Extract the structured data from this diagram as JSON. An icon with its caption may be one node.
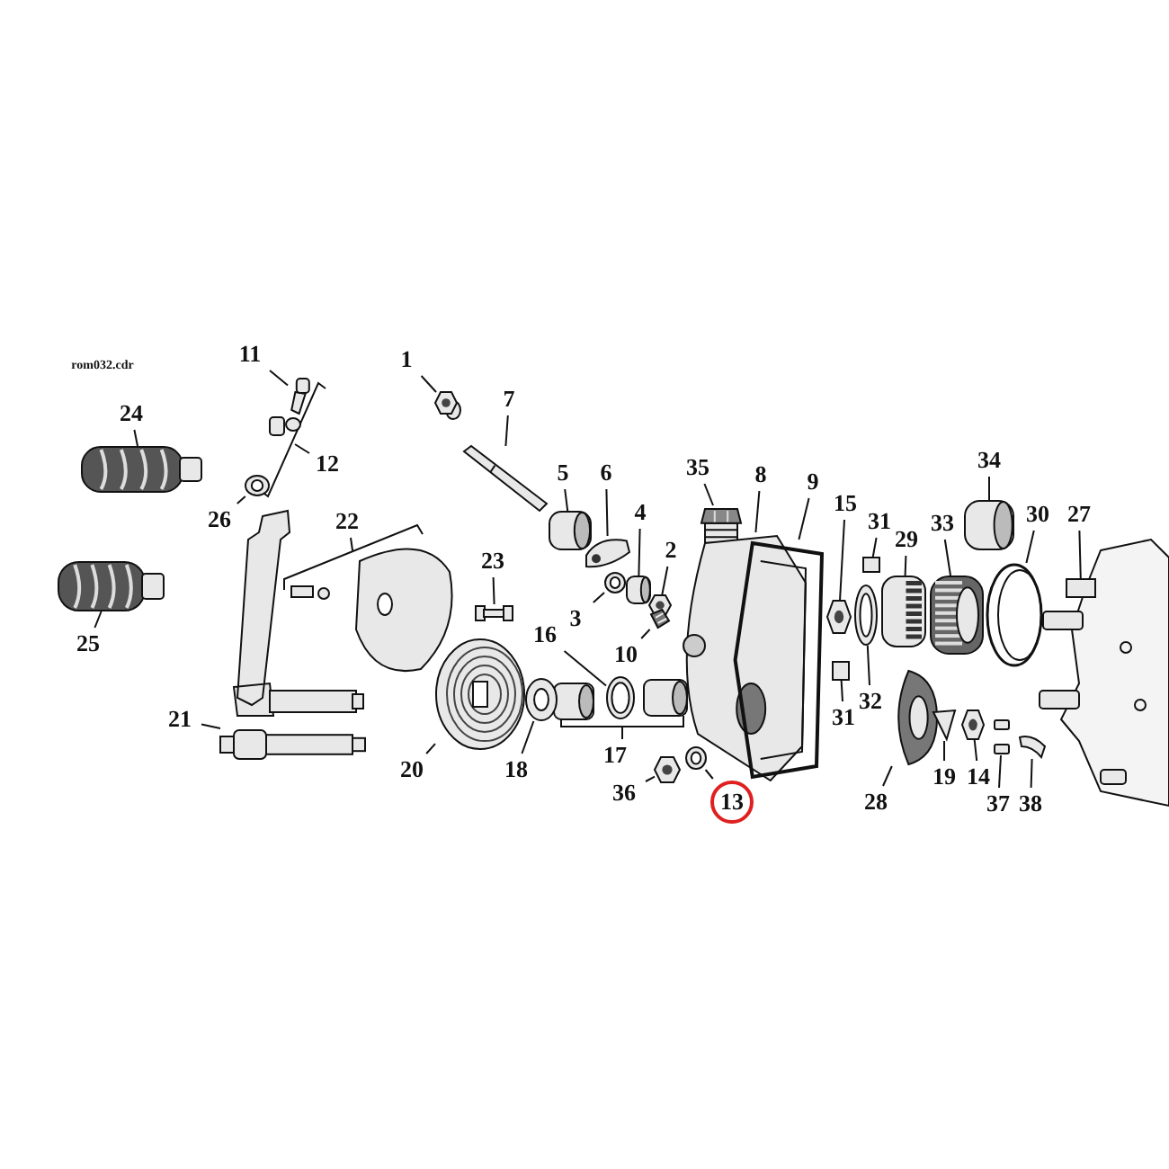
{
  "diagram": {
    "nodes": [
      {
        "text": [
          "1"
        ]
      },
      {
        "text": [],
        "shape": "picture"
      },
      {
        "text": [
          "7"
        ]
      },
      {
        "text": [],
        "shape": "picture"
      },
      {
        "text": [
          "5"
        ]
      },
      {
        "text": [],
        "shape": "picture"
      },
      {
        "text": [
          "6"
        ]
      },
      {
        "text": [],
        "shape": "picture"
      },
      {
        "text": [
          "4"
        ]
      },
      {
        "text": [],
        "shape": "picture"
      },
      {
        "text": [
          "3"
        ]
      },
      {
        "text": [],
        "shape": "picture"
      },
      {
        "text": [
          "2"
        ]
      },
      {
        "text": [],
        "shape": "picture"
      },
      {
        "text": [
          "35"
        ]
      },
      {
        "text": [],
        "shape": "picture"
      },
      {
        "text": [
          "8"
        ]
      },
      {
        "text": [],
        "shape": "picture"
      },
      {
        "text": [
          "9"
        ]
      },
      {
        "text": [],
        "shape": "picture"
      },
      {
        "text": [
          "15"
        ]
      },
      {
        "text": [],
        "shape": "picture"
      },
      {
        "text": [
          "10"
        ]
      },
      {
        "text": [],
        "shape": "picture"
      },
      {
        "text": [
          "16"
        ]
      },
      {
        "text": [],
        "shape": "picture"
      },
      {
        "text": [
          "36"
        ]
      },
      {
        "text": [],
        "shape": "picture"
      },
      {
        "text": [
          "13"
        ]
      },
      {
        "text": [],
        "shape": "picture"
      },
      {
        "text": [
          "11"
        ]
      },
      {
        "text": [],
        "shape": "picture"
      },
      {
        "text": [
          "24"
        ]
      },
      {
        "text": [],
        "shape": "picture"
      },
      {
        "text": [
          "26"
        ]
      },
      {
        "text": [],
        "shape": "picture"
      },
      {
        "text": [
          "25"
        ]
      },
      {
        "text": [],
        "shape": "picture"
      },
      {
        "text": [
          "23"
        ]
      },
      {
        "text": [],
        "shape": "picture"
      },
      {
        "text": [
          "21"
        ]
      },
      {
        "text": [],
        "shape": "picture"
      },
      {
        "text": [
          "20"
        ]
      },
      {
        "text": [],
        "shape": "picture"
      },
      {
        "text": [
          "18"
        ]
      },
      {
        "text": [],
        "shape": "picture"
      },
      {
        "text": [
          "31"
        ]
      },
      {
        "text": [],
        "shape": "box"
      },
      {
        "text": [
          "29"
        ]
      },
      {
        "text": [],
        "shape": "picture"
      },
      {
        "text": [
          "33"
        ]
      },
      {
        "text": [],
        "shape": "picture"
      },
      {
        "text": [
          "34"
        ]
      },
      {
        "text": [],
        "shape": "picture"
      },
      {
        "text": [
          "30"
        ]
      },
      {
        "text": [],
        "shape": "picture"
      },
      {
        "text": [
          "27"
        ]
      },
      {
        "text": [],
        "shape": "box"
      },
      {
        "text": [
          "32"
        ]
      },
      {
        "text": [],
        "shape": "picture"
      },
      {
        "text": [
          "31"
        ]
      },
      {
        "text": [],
        "shape": "box"
      },
      {
        "text": [
          "28"
        ]
      },
      {
        "text": [],
        "shape": "picture"
      },
      {
        "text": [
          "19"
        ]
      },
      {
        "text": [],
        "shape": "picture"
      },
      {
        "text": [
          "14"
        ]
      },
      {
        "text": [],
        "shape": "picture"
      },
      {
        "text": [
          "37"
        ]
      },
      {
        "text": [],
        "shape": "picture"
      },
      {
        "text": [
          "38"
        ]
      },
      {
        "text": [],
        "shape": "picture"
      }
    ],
    "edges": [
      {
        "from": 0,
        "to": 1,
        "arrow": "none"
      },
      {
        "from": 2,
        "to": 3,
        "arrow": "none"
      },
      {
        "from": 4,
        "to": 5,
        "arrow": "none"
      },
      {
        "from": 6,
        "to": 7,
        "arrow": "none"
      },
      {
        "from": 8,
        "to": 9,
        "arrow": "none"
      },
      {
        "from": 10,
        "to": 11,
        "arrow": "none"
      },
      {
        "from": 12,
        "to": 13,
        "arrow": "none"
      },
      {
        "from": 14,
        "to": 15,
        "arrow": "none"
      },
      {
        "from": 16,
        "to": 17,
        "arrow": "none"
      },
      {
        "from": 18,
        "to": 19,
        "arrow": "none"
      },
      {
        "from": 20,
        "to": 21,
        "arrow": "none"
      },
      {
        "from": 22,
        "to": 23,
        "arrow": "none"
      },
      {
        "from": 24,
        "to": 25,
        "arrow": "none"
      },
      {
        "from": 26,
        "to": 27,
        "arrow": "none"
      },
      {
        "from": 28,
        "to": 29,
        "arrow": "none"
      },
      {
        "from": 30,
        "to": 31,
        "arrow": "none"
      },
      {
        "from": 32,
        "to": 33,
        "arrow": "none"
      },
      {
        "from": 34,
        "to": 35,
        "arrow": "none"
      },
      {
        "from": 36,
        "to": 37,
        "arrow": "none"
      },
      {
        "from": 38,
        "to": 39,
        "arrow": "none"
      },
      {
        "from": 40,
        "to": 41,
        "arrow": "none"
      },
      {
        "from": 42,
        "to": 43,
        "arrow": "none"
      },
      {
        "from": 44,
        "to": 45,
        "arrow": "none"
      },
      {
        "from": 46,
        "to": 47,
        "arrow": "none"
      },
      {
        "from": 48,
        "to": 49,
        "arrow": "none"
      },
      {
        "from": 50,
        "to": 51,
        "arrow": "none"
      },
      {
        "from": 52,
        "to": 53,
        "arrow": "none"
      },
      {
        "from": 54,
        "to": 55,
        "arrow": "none"
      },
      {
        "from": 56,
        "to": 57,
        "arrow": "none"
      },
      {
        "from": 58,
        "to": 59,
        "arrow": "none"
      },
      {
        "from": 60,
        "to": 61,
        "arrow": "none"
      },
      {
        "from": 62,
        "to": 63,
        "arrow": "none"
      },
      {
        "from": 64,
        "to": 65,
        "arrow": "none"
      },
      {
        "from": 66,
        "to": 67,
        "arrow": "none"
      },
      {
        "from": 68,
        "to": 69,
        "arrow": "none"
      },
      {
        "from": 70,
        "to": 71,
        "arrow": "none"
      }
    ],
    "labels": [
      "rom032.cdr",
      "12",
      "22",
      "17"
    ]
  }
}
